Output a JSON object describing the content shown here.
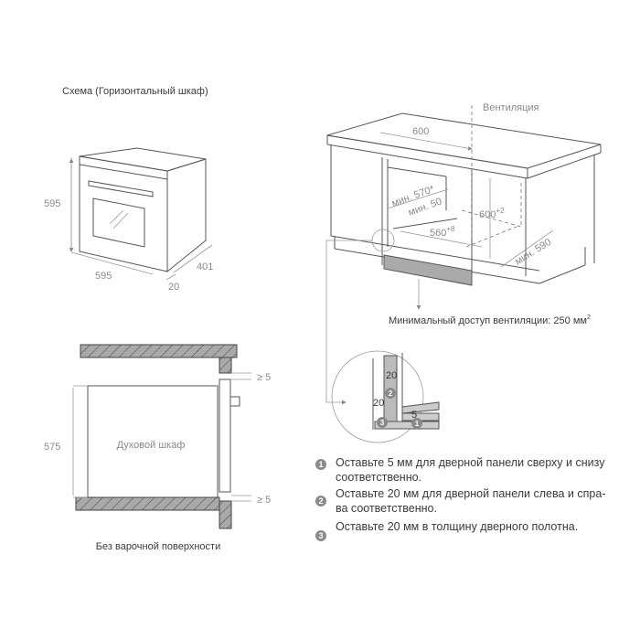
{
  "title": "Схема (Горизонтальный шкаф)",
  "oven_dimensions": {
    "height": "595",
    "width": "595",
    "depth": "401",
    "door": "20"
  },
  "section": {
    "height": "575",
    "oven_label": "Духовой шкаф",
    "gap_top": "≥ 5",
    "gap_bottom": "≥ 5",
    "caption": "Без варочной поверхности"
  },
  "cabinet": {
    "ventilation": "Вентиляция",
    "width": "600",
    "min_570": "мин. 570*",
    "min_50": "мин. 50",
    "height": "600",
    "height_tol": "+2",
    "inner_width": "560",
    "inner_width_tol": "+8",
    "min_590": "мин. 590",
    "vent_access": "Минимальный доступ вентиляции: 250 мм",
    "vent_access_sup": "2"
  },
  "detail": {
    "d20_top": "20",
    "d20_left": "20",
    "d5": "5",
    "m1": "1",
    "m2": "2",
    "m3": "3"
  },
  "legend": [
    {
      "num": "1",
      "text": "Оставьте 5 мм для дверной панели сверху и снизу соответственно."
    },
    {
      "num": "2",
      "text": "Оставьте 20 мм для дверной панели слева и спра-ва соответственно."
    },
    {
      "num": "3",
      "text": "Оставьте 20 мм в толщину дверного полотна."
    }
  ]
}
